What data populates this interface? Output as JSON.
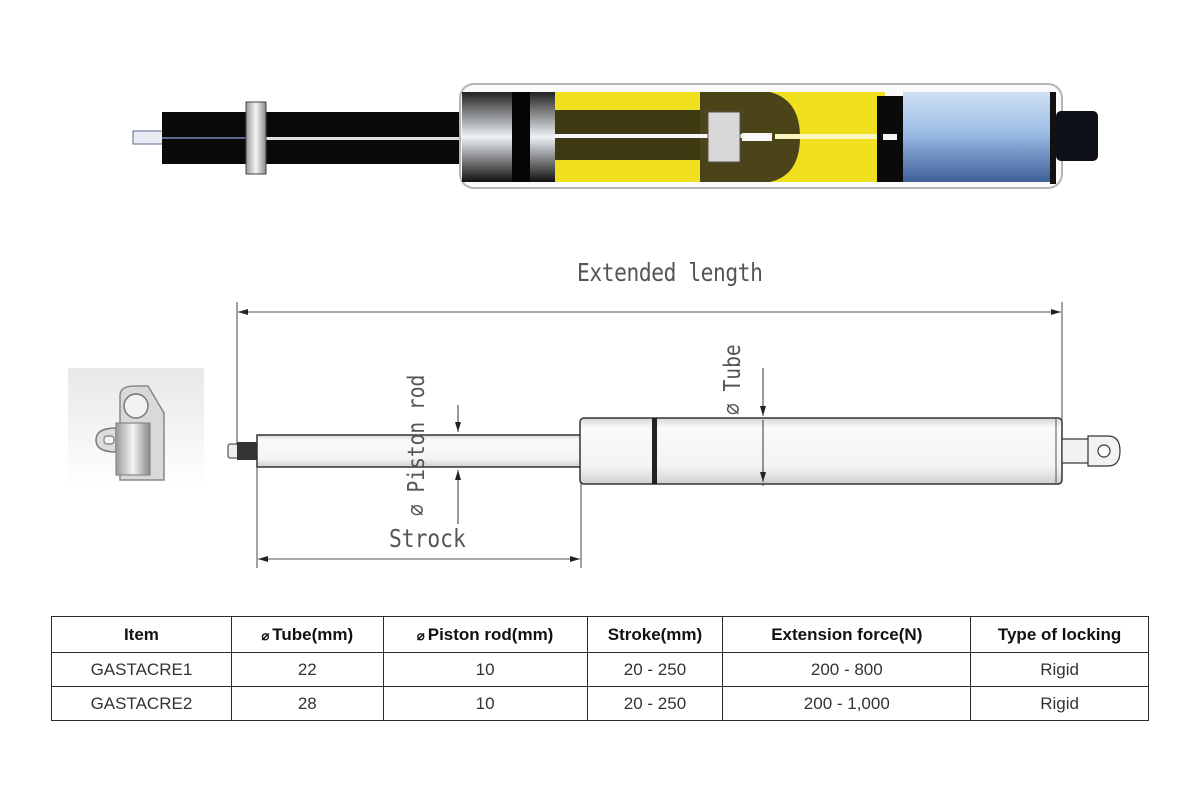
{
  "diagram": {
    "labels": {
      "extended_length": "Extended length",
      "piston_rod": "⌀ Piston rod",
      "tube": "⌀ Tube",
      "stroke": "Strock"
    },
    "colors": {
      "oil_yellow": "#f0e020",
      "gas_blue": "#7fa8d8",
      "rod_black": "#0a0a0a",
      "line_gray": "#555555"
    }
  },
  "table": {
    "headers": [
      {
        "prefix": "⌀",
        "label": "Item"
      },
      {
        "prefix": "⌀",
        "label": "Tube(mm)"
      },
      {
        "prefix": "⌀",
        "label": "Piston rod(mm)"
      },
      {
        "prefix": "",
        "label": "Stroke(mm)"
      },
      {
        "prefix": "",
        "label": "Extension force(N)"
      },
      {
        "prefix": "",
        "label": "Type of locking"
      }
    ],
    "header_labels": [
      "Item",
      "Tube(mm)",
      "Piston rod(mm)",
      "Stroke(mm)",
      "Extension force(N)",
      "Type of locking"
    ],
    "phi": "⌀",
    "rows": [
      [
        "GASTACRE1",
        "22",
        "10",
        "20 - 250",
        "200 - 800",
        "Rigid"
      ],
      [
        "GASTACRE2",
        "28",
        "10",
        "20 - 250",
        "200 - 1,000",
        "Rigid"
      ]
    ]
  }
}
